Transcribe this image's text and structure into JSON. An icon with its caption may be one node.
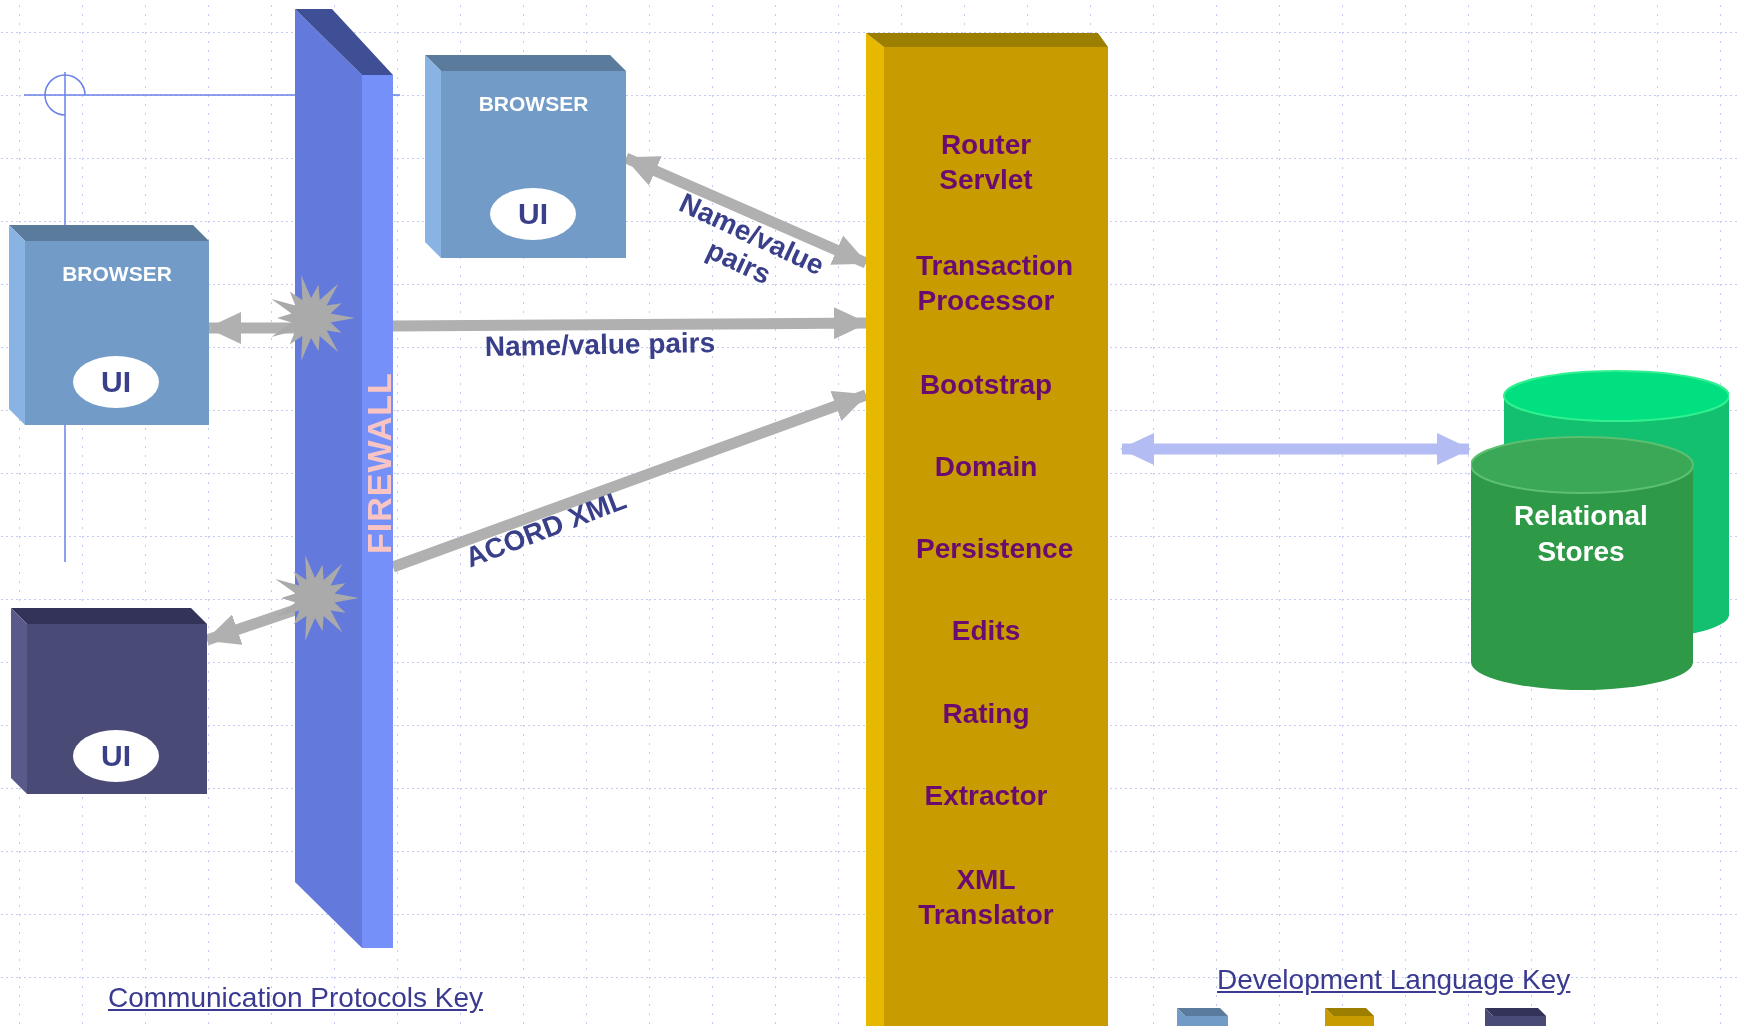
{
  "diagram": {
    "nodes": [
      {
        "text": [
          "FIREWALL"
        ]
      },
      {
        "text": [
          "BROWSER"
        ]
      },
      {
        "text": [
          "UI"
        ],
        "in": 1
      },
      {
        "text": [
          "BROWSER"
        ]
      },
      {
        "text": [
          "UI"
        ],
        "in": 3
      },
      {
        "text": [],
        "shape": "box"
      },
      {
        "text": [
          "UI"
        ],
        "in": 5
      },
      {
        "text": [],
        "shape": "box"
      },
      {
        "text": [
          "Router Servlet"
        ],
        "in": 7
      },
      {
        "text": [
          "Transaction Processor"
        ],
        "in": 7
      },
      {
        "text": [
          "Bootstrap"
        ],
        "in": 7
      },
      {
        "text": [
          "Domain"
        ],
        "in": 7
      },
      {
        "text": [
          "Persistence"
        ],
        "in": 7
      },
      {
        "text": [
          "Edits"
        ],
        "in": 7
      },
      {
        "text": [
          "Rating"
        ],
        "in": 7
      },
      {
        "text": [
          "Extractor"
        ],
        "in": 7
      },
      {
        "text": [
          "XML Translator"
        ],
        "in": 7
      },
      {
        "text": [
          "Relational Stores"
        ]
      }
    ],
    "edges": [
      {
        "from": 1,
        "to": 7,
        "arrow": "both",
        "label": "Name/value pairs"
      },
      {
        "from": 0,
        "to": 3,
        "arrow": "to"
      },
      {
        "from": 0,
        "to": 7,
        "arrow": "to",
        "label": "Name/value pairs"
      },
      {
        "from": 0,
        "to": 5,
        "arrow": "to"
      },
      {
        "from": 0,
        "to": 7,
        "arrow": "to",
        "label": "ACORD XML"
      },
      {
        "from": 7,
        "to": 17,
        "arrow": "both",
        "color": "#b3bcf3"
      }
    ],
    "labels": [
      "Communication Protocols Key",
      "Development Language Key"
    ]
  }
}
